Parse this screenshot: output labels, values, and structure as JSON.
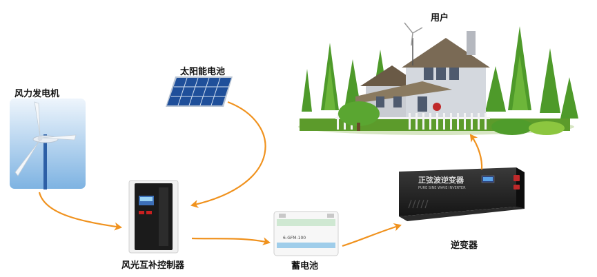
{
  "labels": {
    "wind_turbine": "风力发电机",
    "solar_panel": "太阳能电池",
    "controller": "风光互补控制器",
    "battery": "蓄电池",
    "inverter": "逆变器",
    "user": "用户"
  },
  "inverter_brand_text": "正弦波逆变器",
  "inverter_sub_text": "PURE SINE WAVE INVERTER",
  "battery_sticker_text": "6-GFM-100",
  "colors": {
    "arrow": "#f0921e",
    "panel_blue": "#1f4f9a",
    "inverter_body": "#1e1e1e",
    "sky": "#9ec8ea",
    "grass": "#5c9b2b"
  },
  "flows": [
    {
      "from": "wind_turbine",
      "to": "controller"
    },
    {
      "from": "solar_panel",
      "to": "controller"
    },
    {
      "from": "controller",
      "to": "battery"
    },
    {
      "from": "battery",
      "to": "inverter"
    },
    {
      "from": "inverter",
      "to": "user"
    }
  ]
}
